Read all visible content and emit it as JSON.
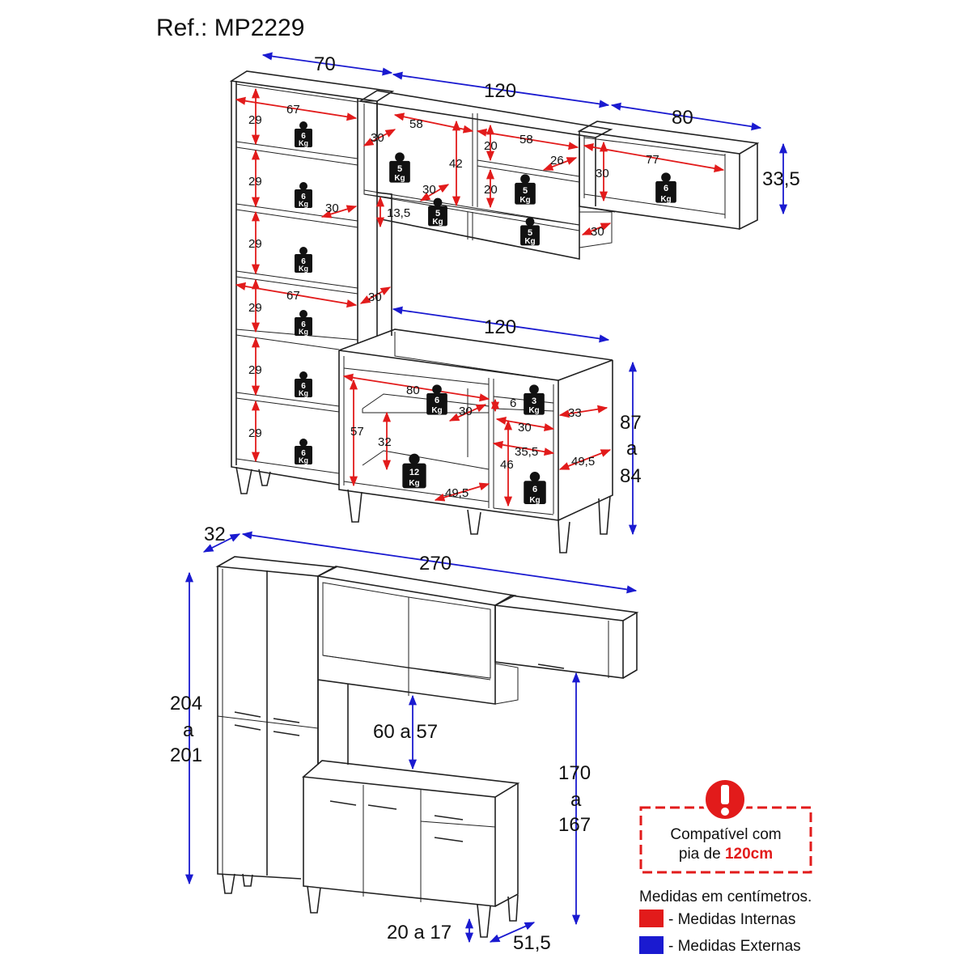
{
  "ref": "Ref.: MP2229",
  "weight_unit": "Kg",
  "upper_dims": {
    "w70": "70",
    "w120": "120",
    "w80": "80",
    "h33_5": "33,5",
    "i67a": "67",
    "i67b": "67",
    "i58a": "58",
    "i58b": "58",
    "i77": "77",
    "i26": "26",
    "i42": "42",
    "i20a": "20",
    "i20b": "20",
    "i30_top": "30",
    "i30_side": "30",
    "i30_tw": "30",
    "i30_mid": "30",
    "i30_hook": "30",
    "i30_mw": "30",
    "i13_5": "13,5",
    "tower_shelves": [
      "29",
      "29",
      "29",
      "29",
      "29",
      "29"
    ]
  },
  "upper_weights": {
    "tower": [
      "6",
      "6",
      "6",
      "6",
      "6",
      "6"
    ],
    "wall": [
      "5",
      "5",
      "5",
      "5"
    ],
    "wall_right": "6"
  },
  "base_dims": {
    "w120": "120",
    "h87": "87",
    "h_a": "a",
    "h84": "84",
    "i80": "80",
    "i30a": "30",
    "i6": "6",
    "i33": "33",
    "i30b": "30",
    "i57": "57",
    "i32": "32",
    "i35_5": "35,5",
    "i46": "46",
    "i49_5a": "49,5",
    "i49_5b": "49,5"
  },
  "base_weights": [
    "6",
    "3",
    "12",
    "6"
  ],
  "bottom_dims": {
    "d32": "32",
    "w270": "270",
    "h204": "204",
    "h_a1": "a",
    "h201": "201",
    "h60_57": "60 a 57",
    "h170": "170",
    "h_a2": "a",
    "h167": "167",
    "h20_17": "20 a 17",
    "d51_5": "51,5"
  },
  "notice": {
    "line1": "Compatível com",
    "line2_prefix": "pia de ",
    "line2_bold": "120cm"
  },
  "legend": {
    "title": "Medidas em centímetros.",
    "internal": "- Medidas Internas",
    "external": "- Medidas Externas",
    "internal_color": "#e21b1b",
    "external_color": "#1a1ad0"
  }
}
